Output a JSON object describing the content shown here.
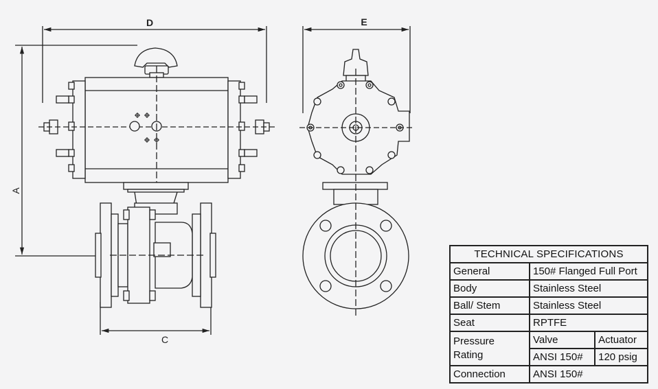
{
  "dimensions": {
    "a": "A",
    "c": "C",
    "d": "D",
    "e": "E"
  },
  "specs": {
    "title": "TECHNICAL SPECIFICATIONS",
    "rows": [
      {
        "label": "General",
        "value": "150# Flanged Full Port"
      },
      {
        "label": "Body",
        "value": "Stainless Steel"
      },
      {
        "label": "Ball/ Stem",
        "value": "Stainless Steel"
      },
      {
        "label": "Seat",
        "value": "RPTFE"
      }
    ],
    "pressure": {
      "label_line1": "Pressure",
      "label_line2": "Rating",
      "col1_head": "Valve",
      "col2_head": "Actuator",
      "col1_value": "ANSI 150#",
      "col2_value": "120 psig"
    },
    "connection": {
      "label": "Connection",
      "value": "ANSI 150#"
    }
  }
}
